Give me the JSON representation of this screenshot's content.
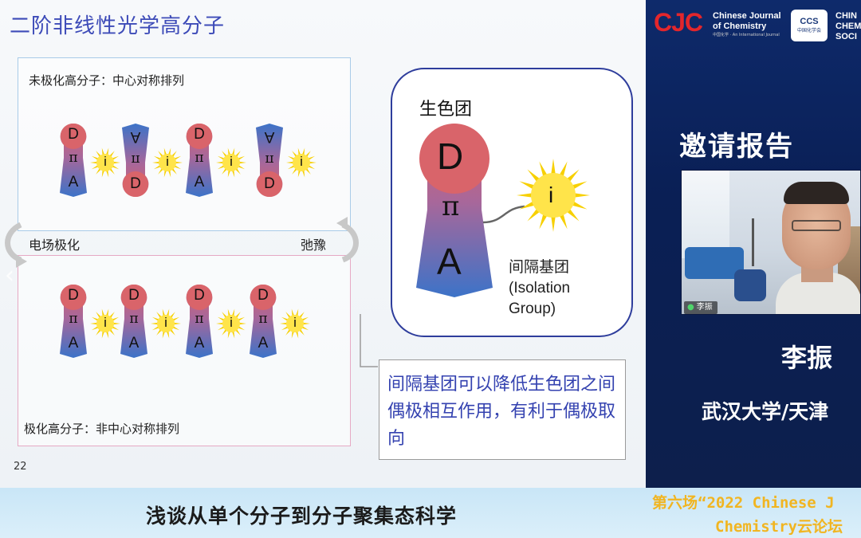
{
  "slide": {
    "title": "二阶非线性光学高分子",
    "top_caption": "未极化高分子：中心对称排列",
    "bottom_caption": "极化高分子：非中心对称排列",
    "left_arrow_label": "电场极化",
    "right_arrow_label": "弛豫",
    "page_number": "22",
    "molecule": {
      "donor": "D",
      "bridge": "π",
      "acceptor": "A",
      "isolation": "i"
    },
    "chromophore_label": "生色团",
    "isolation_label": [
      "间隔基团",
      "(Isolation",
      "Group)"
    ],
    "note": "间隔基团可以降低生色团之间偶极相互作用，有利于偶极取向"
  },
  "sidebar": {
    "cjc_logo": "CJC",
    "cjc_name": [
      "Chinese Journal",
      "of Chemistry"
    ],
    "cjc_sub": "中国化学 · An International Journal",
    "ccs_logo": "CCS",
    "ccs_sub": "中国化学会",
    "ccs_name": [
      "CHIN",
      "CHEM",
      "SOCI"
    ],
    "invite": "邀请报告",
    "video_tag": "李振",
    "speaker": "李振",
    "affiliation": "武汉大学/天津"
  },
  "bottom_bar": {
    "talk_title": "浅谈从单个分子到分子聚集态科学",
    "event_line1": "第六场“2022 Chinese J",
    "event_line2": "Chemistry云论坛"
  },
  "colors": {
    "title_blue": "#3d4bb8",
    "donor_red": "#d9646a",
    "acceptor_blue": "#3c73c8",
    "sun_yellow": "#f7d000",
    "box_navy": "#2e3d9c",
    "gold": "#f1b521"
  }
}
